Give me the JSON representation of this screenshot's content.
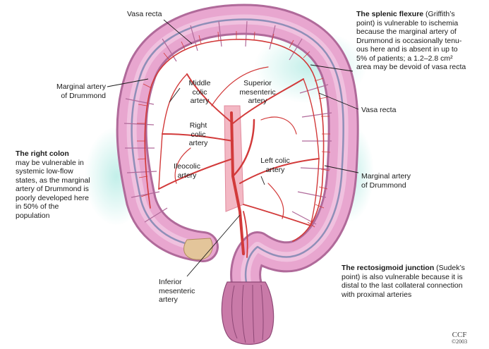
{
  "labels": {
    "vasa_recta_top": "Vasa recta",
    "marginal_artery_left": [
      "Marginal artery",
      "of Drummond"
    ],
    "middle_colic": [
      "Middle",
      "colic",
      "artery"
    ],
    "superior_mesenteric": [
      "Superior",
      "mesenteric",
      "artery"
    ],
    "right_colic": [
      "Right",
      "colic",
      "artery"
    ],
    "ileocolic": [
      "Ileocolic",
      "artery"
    ],
    "left_colic": [
      "Left colic",
      "artery"
    ],
    "vasa_recta_right": "Vasa recta",
    "marginal_artery_right": [
      "Marginal artery",
      "of Drummond"
    ],
    "inferior_mesenteric": [
      "Inferior",
      "mesenteric",
      "artery"
    ]
  },
  "notes": {
    "splenic": {
      "title": "The splenic flexure",
      "lines": [
        " (Griffith’s",
        "point) is vulnerable to ischemia",
        "because the marginal artery of",
        "Drummond is occasionally tenu-",
        "ous here and is absent in up to",
        "5% of patients; a 1.2–2.8 cm²",
        "area may be devoid of vasa recta"
      ]
    },
    "right_colon": {
      "title": "The right colon",
      "lines": [
        "may be vulnerable in",
        "systemic low-flow",
        "states, as the marginal",
        "artery of Drummond is",
        "poorly developed here",
        "in 50% of the",
        "population"
      ]
    },
    "rectosigmoid": {
      "title": "The rectosigmoid junction",
      "lines": [
        " (Sudek’s",
        "point) is also vulnerable because it is",
        "distal to the last collateral connection",
        "with proximal arteries"
      ]
    }
  },
  "credit": {
    "org": "CCF",
    "year": "©2003"
  },
  "colors": {
    "colon": "#e8a6cf",
    "colon_dark": "#b06a9a",
    "artery": "#d23a3a",
    "glow": "#bfeee8"
  }
}
